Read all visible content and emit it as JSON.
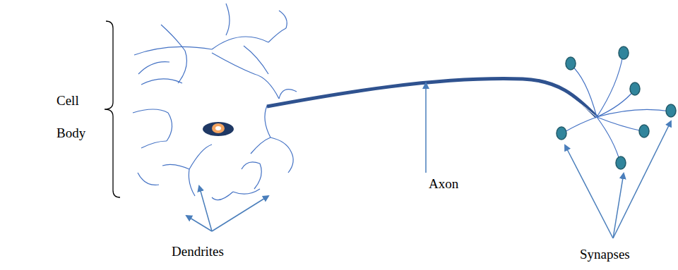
{
  "diagram": {
    "labels": [
      "Cell Body",
      "Axon",
      "Dendrites",
      "Synapses"
    ]
  }
}
